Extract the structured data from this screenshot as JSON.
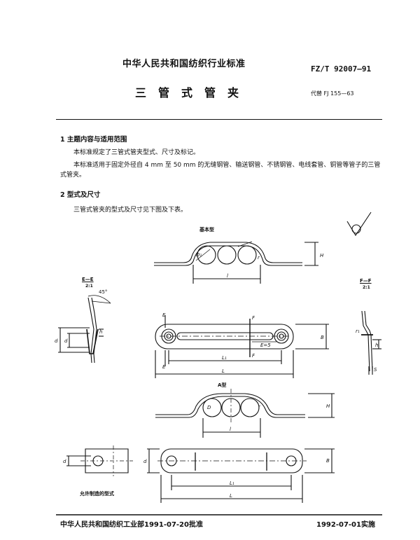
{
  "header": {
    "org_standard": "中华人民共和国纺织行业标准",
    "standard_no": "FZ/T 92007—91",
    "title": "三管式管夹",
    "replaces": "代替 FJ 155—63"
  },
  "section1": {
    "heading": "1  主题内容与适用范围",
    "p1": "本标准规定了三管式管夹型式、尺寸及标记。",
    "p2": "本标准适用于固定外径自 4 mm 至 50 mm 的无缝钢管、输送钢管、不锈钢管、电线套管、铜管等管子的三管式管夹。"
  },
  "section2": {
    "heading": "2  型式及尺寸",
    "p1": "三管式管夹的型式及尺寸见下图及下表。"
  },
  "figure": {
    "basic_type": "基本型",
    "a_type": "A型",
    "section_ee": "E—E",
    "section_ff": "F—F",
    "scale": "2:1",
    "angle": "45°",
    "allowed_variant": "允许制造的型式",
    "labels": {
      "D": "D",
      "D1": "D₁",
      "r": "r",
      "H": "H",
      "l": "l",
      "L1": "L₁",
      "L": "L",
      "B": "B",
      "d": "d",
      "h": "h",
      "E": "E",
      "F": "F",
      "eq": "E=5",
      "S": "S",
      "r1": "r₁",
      "r2": "r"
    }
  },
  "footer": {
    "left": "中华人民共和国纺织工业部1991-07-20批准",
    "right": "1992-07-01实施"
  }
}
